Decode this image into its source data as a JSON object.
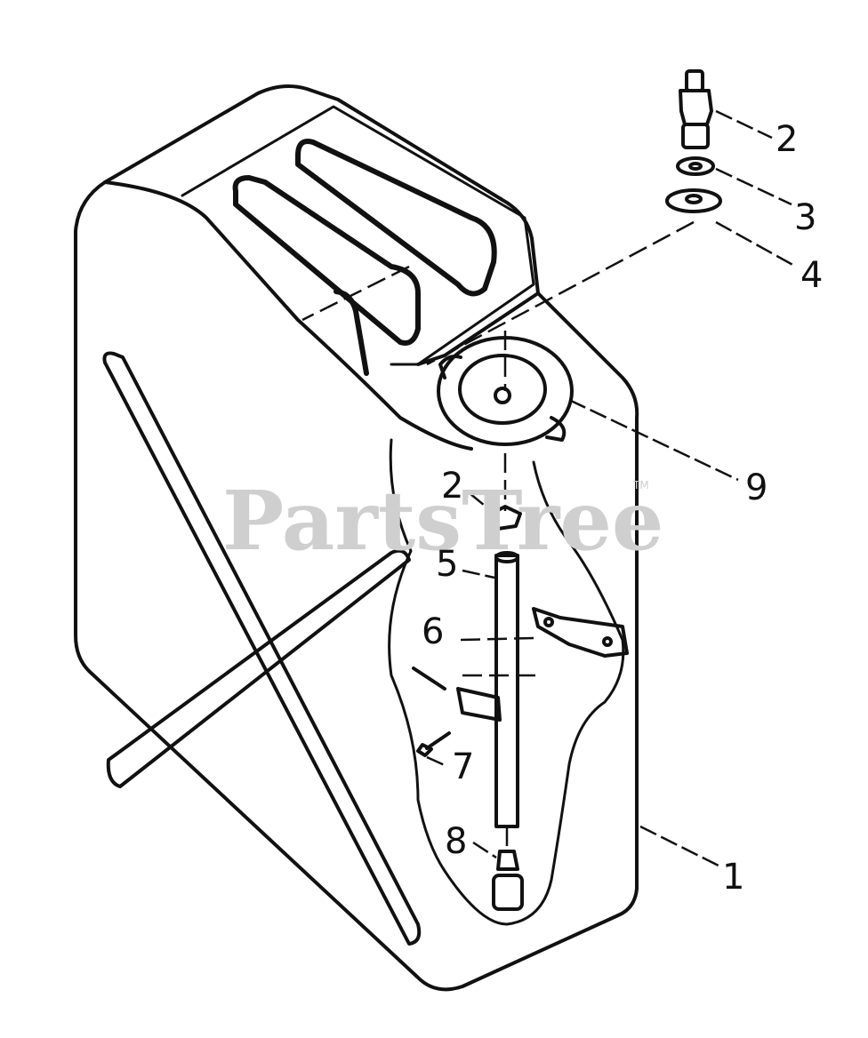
{
  "watermark": {
    "text": "PartsTree",
    "trademark": "TM"
  },
  "callouts": {
    "c1": "1",
    "c2_top": "2",
    "c2_mid": "2",
    "c3": "3",
    "c4": "4",
    "c5": "5",
    "c6": "6",
    "c7": "7",
    "c8": "8",
    "c9": "9"
  },
  "colors": {
    "line": "#111111",
    "background": "#ffffff",
    "watermark": "#cfcfcf"
  }
}
